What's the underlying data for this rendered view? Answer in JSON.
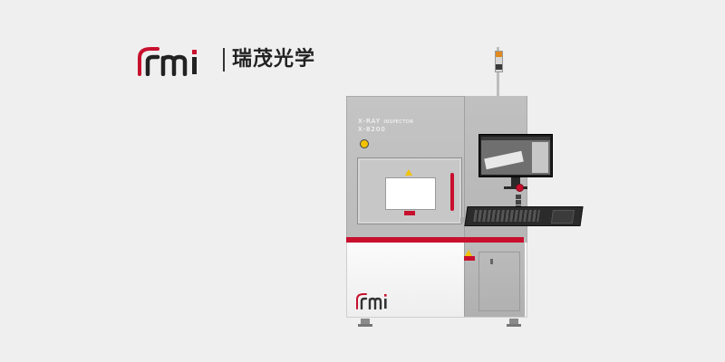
{
  "brand": {
    "logo_latin": "rmi",
    "logo_chinese": "瑞茂光学"
  },
  "machine": {
    "title_line1": "X-RAY",
    "title_sub": "INSPECTOR",
    "title_line2": "X-8200",
    "bottom_logo": "rmi"
  },
  "colors": {
    "background": "#efefef",
    "accent_red": "#c8102e",
    "cabinet_grey": "#bdbdbd",
    "cabinet_white": "#f5f5f5"
  }
}
